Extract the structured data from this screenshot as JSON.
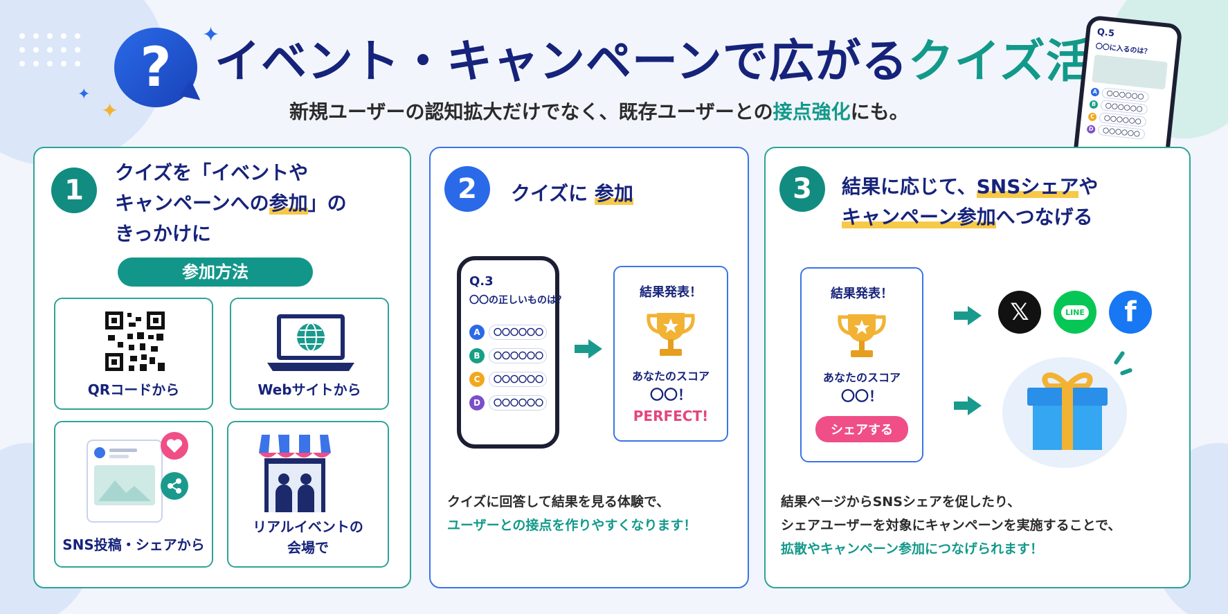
{
  "header": {
    "title_main": "イベント・キャンペーンで広がる",
    "title_accent": "クイズ活用",
    "subtitle_pre": "新規ユーザーの認知拡大だけでなく、既存ユーザーとの",
    "subtitle_accent": "接点強化",
    "subtitle_post": "にも。"
  },
  "mini_phone": {
    "question": "Q.5",
    "text": "〇〇に入るのは？",
    "options": [
      "A",
      "B",
      "C",
      "D"
    ],
    "option_value": "〇〇〇〇〇〇"
  },
  "step1": {
    "number": "1",
    "line1": "クイズを「イベントや",
    "line2_pre": "キャンペーンへの",
    "line2_hl": "参加",
    "line2_post": "」の",
    "line3": "きっかけに",
    "method_label": "参加方法",
    "methods": [
      {
        "label": "QRコードから"
      },
      {
        "label": "Webサイトから"
      },
      {
        "label": "SNS投稿・シェアから"
      },
      {
        "label_line1": "リアルイベントの",
        "label_line2": "会場で"
      }
    ]
  },
  "step2": {
    "number": "2",
    "heading_pre": "クイズに",
    "heading_hl": "参加",
    "phone": {
      "question": "Q.3",
      "text": "〇〇の正しいものは？",
      "options": [
        "A",
        "B",
        "C",
        "D"
      ],
      "option_value": "〇〇〇〇〇〇"
    },
    "result": {
      "title": "結果発表！",
      "score_label": "あなたのスコア",
      "score_value": "〇〇！",
      "badge": "PERFECT!"
    },
    "desc_line1": "クイズに回答して結果を見る体験で、",
    "desc_line2": "ユーザーとの接点を作りやすくなります！"
  },
  "step3": {
    "number": "3",
    "heading1_pre": "結果に応じて、",
    "heading1_hl": "SNSシェア",
    "heading1_post": "や",
    "heading2_hl": "キャンペーン参加",
    "heading2_post": "へつなげる",
    "result": {
      "title": "結果発表！",
      "score_label": "あなたのスコア",
      "score_value": "〇〇！",
      "share_button": "シェアする"
    },
    "sns": [
      "x-icon",
      "line-icon",
      "facebook-icon"
    ],
    "line_label": "LINE",
    "desc_line1": "結果ページからSNSシェアを促したり、",
    "desc_line2": "シェアユーザーを対象にキャンペーンを実施することで、",
    "desc_line3": "拡散やキャンペーン参加につなげられます！"
  },
  "colors": {
    "navy": "#16237a",
    "teal": "#12998a",
    "blue": "#2a6ae8",
    "highlight": "#f7c948",
    "pink": "#ef4f86",
    "option_a": "#2a6ae8",
    "option_b": "#16a085",
    "option_c": "#f2a81d",
    "option_d": "#7a4fc9"
  }
}
